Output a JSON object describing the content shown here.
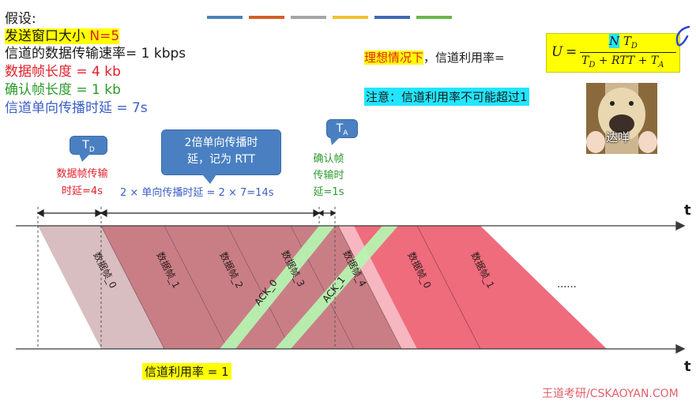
{
  "assumptions": {
    "header": "假设:",
    "window_prefix": "发送窗口大小 ",
    "window_value": "N=5",
    "rate": "信道的数据传输速率= 1 kbps",
    "frame_len": "数据帧长度 = 4 kb",
    "ack_len": "确认帧长度 = 1 kb",
    "prop_delay": "信道单向传播时延 = 7s"
  },
  "formula": {
    "ideal": "理想情况下",
    "text": "，信道利用率=",
    "U": "U",
    "eq": "=",
    "numerator_N": "N",
    "numerator_T": "T",
    "sub_D": "D",
    "denominator": "T",
    "den_rest_plus1": "+ RTT + T",
    "sub_A": "A"
  },
  "note": "注意：信道利用率不可能超过1",
  "meme_caption": "达咩",
  "labels": {
    "td_tag": "T",
    "td_sub": "D",
    "ta_tag": "T",
    "ta_sub": "A",
    "rtt_bubble_line1": "2倍单向传播时",
    "rtt_bubble_line2": "延，记为 RTT",
    "frame_delay_line1": "数据帧传输",
    "frame_delay_line2": "时延=4s",
    "rtt_formula": "2 × 单向传播时延 = 2 × 7=14s",
    "ack_delay_line1": "确认帧",
    "ack_delay_line2": "传输时",
    "ack_delay_line3": "延=1s",
    "t_axis_top": "t",
    "t_axis_bottom": "t",
    "ellipsis": "......",
    "utilization": "信道利用率 = 1",
    "watermark": "王道考研/CSKAOYAN.COM"
  },
  "frames": [
    "数据帧_0",
    "数据帧_1",
    "数据帧_2",
    "数据帧_3",
    "数据帧_4",
    "数据帧_0",
    "数据帧_1"
  ],
  "acks": [
    "ACK_0",
    "ACK_1"
  ],
  "colors": {
    "gray_band": "#d8d8d8",
    "frame_dark": "#c97e86",
    "frame_light": "#f7b7c0",
    "frame_red": "#ee6c7c",
    "ack_green": "#b6f2b0",
    "axis": "#3a3a3a",
    "bubble": "#4a80c2"
  }
}
